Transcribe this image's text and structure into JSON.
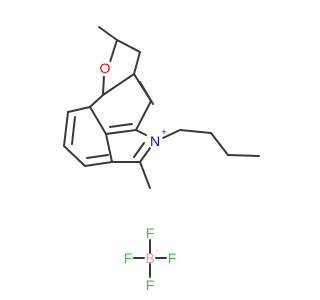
{
  "molecule": {
    "atoms": {
      "O": "O",
      "N": "N",
      "N_charge": "+",
      "F1": "F",
      "F2": "F",
      "F3": "F",
      "F4": "F",
      "B": "B",
      "B_charge": "-"
    },
    "colors": {
      "bond": "#3a3a3a",
      "O": "#ff0000",
      "N": "#0000ff",
      "F": "#33cc33",
      "B": "#ff9999"
    }
  }
}
